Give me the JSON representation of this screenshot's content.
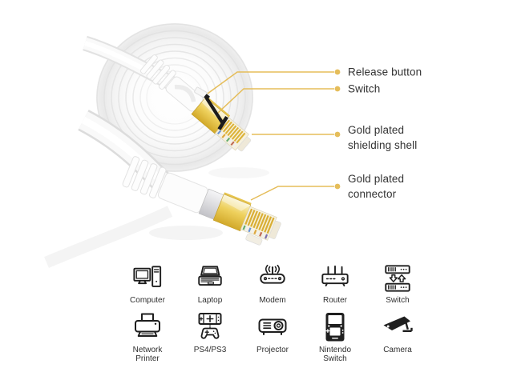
{
  "colors": {
    "leader_line": "#e5bd5a",
    "gold_shell": "#eecd55",
    "silver_shell": "#d9d9dd",
    "icon_ink": "#1d1d1d",
    "label_text": "#303030"
  },
  "callouts": [
    {
      "lines": [
        "Release button"
      ]
    },
    {
      "lines": [
        "Switch"
      ]
    },
    {
      "lines": [
        "Gold plated",
        "shielding shell"
      ]
    },
    {
      "lines": [
        "Gold plated",
        "connector"
      ]
    }
  ],
  "devices": [
    {
      "label": "Computer"
    },
    {
      "label": "Laptop"
    },
    {
      "label": "Modem"
    },
    {
      "label": "Router"
    },
    {
      "label": "Switch"
    },
    {
      "label": "Network Printer"
    },
    {
      "label": "PS4/PS3"
    },
    {
      "label": "Projector"
    },
    {
      "label": "Nintendo Switch"
    },
    {
      "label": "Camera"
    }
  ]
}
